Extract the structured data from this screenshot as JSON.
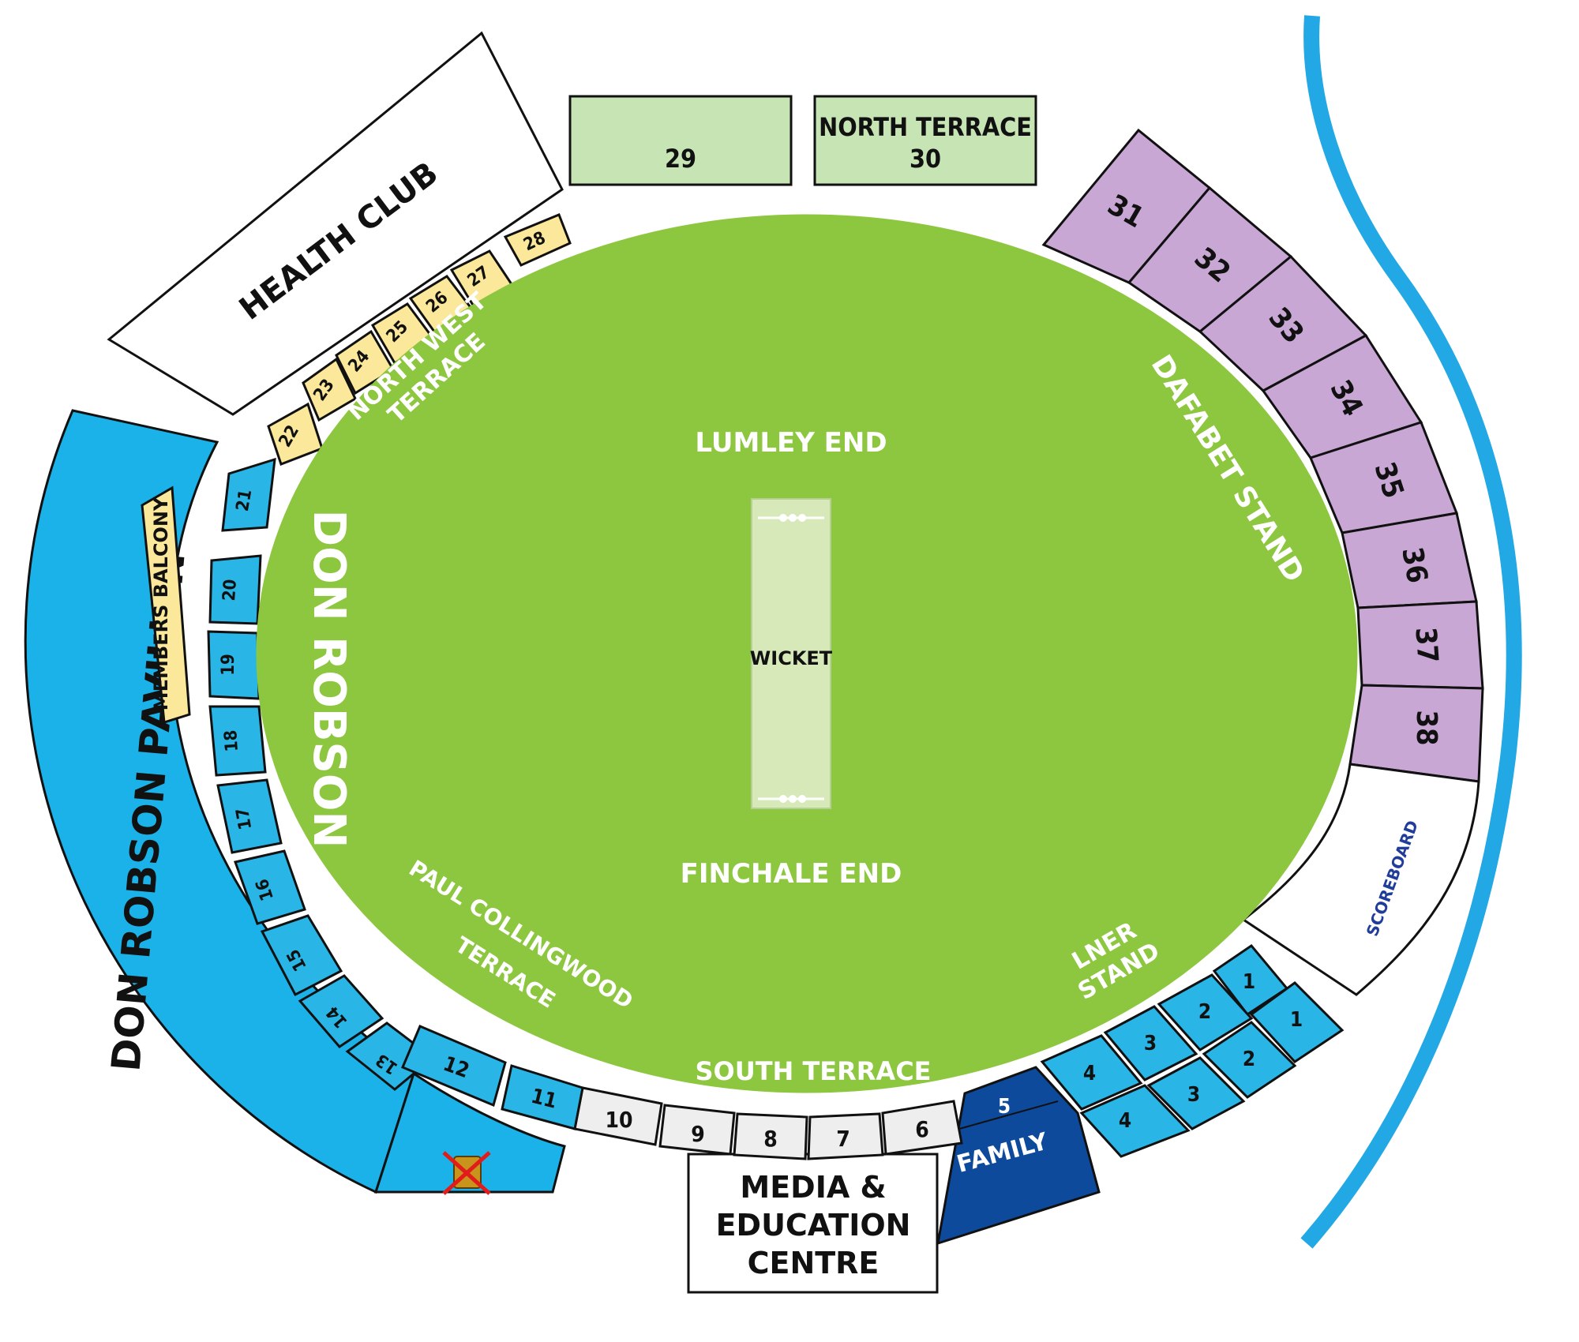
{
  "colors": {
    "pitch": "#8dc63f",
    "wicket": "#d7e9b9",
    "pavilion": "#1ab2e8",
    "block_blue": "#29b6e6",
    "lilac": "#c9a7d4",
    "north_green": "#c6e4b4",
    "navy": "#0d4a9c",
    "yellow": "#fbe89a",
    "river": "#22a8e4",
    "outline": "#111111"
  },
  "labels": {
    "lumley_end": "LUMLEY END",
    "finchale_end": "FINCHALE END",
    "wicket": "WICKET",
    "don_robson": "DON ROBSON",
    "north_west_terrace_1": "NORTH WEST",
    "north_west_terrace_2": "TERRACE",
    "paul_collingwood_1": "PAUL COLLINGWOOD",
    "paul_collingwood_2": "TERRACE",
    "south_terrace": "SOUTH TERRACE",
    "dafabet_stand": "DAFABET STAND",
    "lner_1": "LNER",
    "lner_2": "STAND",
    "health_club": "HEALTH CLUB",
    "members_balcony": "MEMBERS BALCONY",
    "don_robson_pavilion": "DON ROBSON PAVILION",
    "north_terrace": "NORTH TERRACE",
    "scoreboard": "SCOREBOARD",
    "family": "FAMILY",
    "media_1": "MEDIA &",
    "media_2": "EDUCATION",
    "media_3": "CENTRE"
  },
  "sections": {
    "s1": "1",
    "s2": "2",
    "s3": "3",
    "s4": "4",
    "s5": "5",
    "s6": "6",
    "s7": "7",
    "s8": "8",
    "s9": "9",
    "s10": "10",
    "s11": "11",
    "s12": "12",
    "s13": "13",
    "s14": "14",
    "s15": "15",
    "s16": "16",
    "s17": "17",
    "s18": "18",
    "s19": "19",
    "s20": "20",
    "s21": "21",
    "s22": "22",
    "s23": "23",
    "s24": "24",
    "s25": "25",
    "s26": "26",
    "s27": "27",
    "s28": "28",
    "s29": "29",
    "s30": "30",
    "s31": "31",
    "s32": "32",
    "s33": "33",
    "s34": "34",
    "s35": "35",
    "s36": "36",
    "s37": "37",
    "s38": "38"
  },
  "icons": {
    "no_bins": "no-bin-icon"
  }
}
